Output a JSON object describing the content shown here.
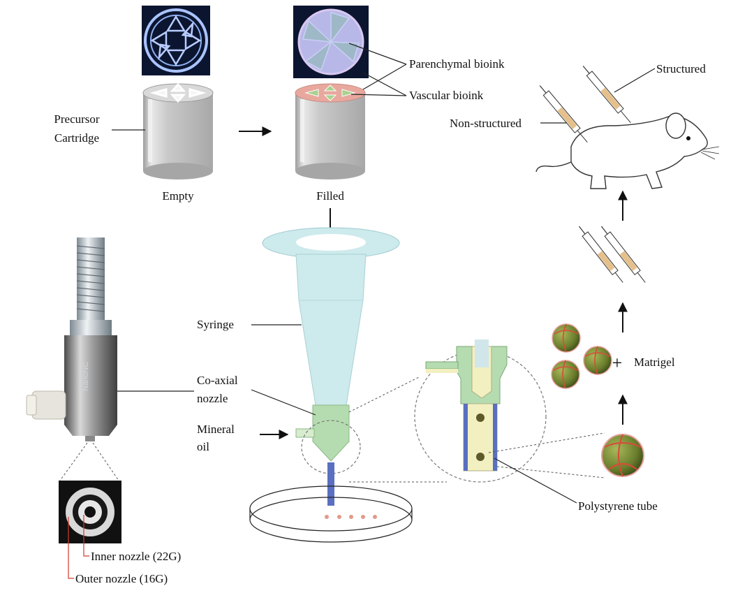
{
  "labels": {
    "precursor_1": "Precursor",
    "precursor_2": "Cartridge",
    "empty": "Empty",
    "filled": "Filled",
    "parenchymal": "Parenchymal bioink",
    "vascular": "Vascular bioink",
    "structured": "Structured",
    "non_structured": "Non-structured",
    "syringe": "Syringe",
    "coaxial_1": "Co-axial",
    "coaxial_2": "nozzle",
    "mineral_1": "Mineral",
    "mineral_2": "oil",
    "plus": "+",
    "matrigel": "Matrigel",
    "polystyrene": "Polystyrene tube",
    "inner_nozzle": "Inner nozzle (22G)",
    "outer_nozzle": "Outer nozzle (16G)"
  },
  "colors": {
    "cartridge_gray": "#c8c8c8",
    "syringe_cyan": "#cdeaec",
    "nozzle_green": "#b5dcb0",
    "tube_blue": "#5a6fc0",
    "tube_yellow": "#f2f0c0",
    "vascular_red": "#d96a6a",
    "parenchymal_green": "#6a8a3a",
    "micro_tissue": "#7a8e3c",
    "rim_pink": "#f0b0a8"
  },
  "icons": {
    "microscope_empty": "empty-cartridge-photo-icon",
    "microscope_filled": "filled-cartridge-photo-icon",
    "nozzle_photo": "coaxial-nozzle-photo-icon",
    "nozzle_cross_section": "nozzle-cross-section-photo-icon",
    "mouse": "mouse-icon",
    "syringe": "small-syringe-icon"
  }
}
